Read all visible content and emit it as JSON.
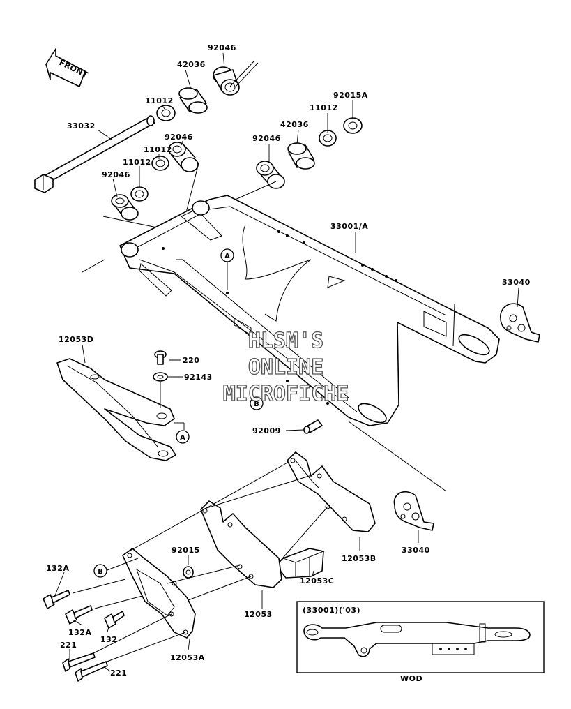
{
  "front_label": "FRONT",
  "watermark": [
    "HLSM'S",
    "ONLINE",
    "MICROFICHE"
  ],
  "markers": {
    "a": "A",
    "b": "B"
  },
  "labels": {
    "p92046_top": "92046",
    "p42036_top": "42036",
    "p11012_top": "11012",
    "p33032": "33032",
    "p92046_left_upper": "92046",
    "p11012_left_upper": "11012",
    "p11012_left_lower": "11012",
    "p92046_left_lower": "92046",
    "p92015a": "92015A",
    "p11012_right": "11012",
    "p42036_right": "42036",
    "p92046_right": "92046",
    "p33001a": "33001/A",
    "p33040_top": "33040",
    "p12053d": "12053D",
    "p220": "220",
    "p92143": "92143",
    "p92009": "92009",
    "p33040_bottom": "33040",
    "p92015": "92015",
    "p132a_top": "132A",
    "p132a_bottom": "132A",
    "p132": "132",
    "p12053b": "12053B",
    "p12053c": "12053C",
    "p12053": "12053",
    "p12053a": "12053A",
    "p221_left": "221",
    "p221_right": "221"
  },
  "inset": {
    "caption": "(33001)('03)",
    "footer": "WOD"
  }
}
